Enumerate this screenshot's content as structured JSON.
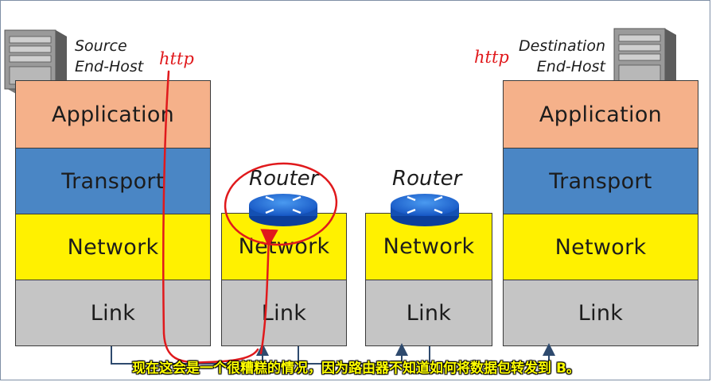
{
  "source_host": {
    "label_line1": "Source",
    "label_line2": "End-Host",
    "protocol": "http",
    "layers": [
      "Application",
      "Transport",
      "Network",
      "Link"
    ]
  },
  "router1": {
    "label": "Router",
    "layers": [
      "Network",
      "Link"
    ]
  },
  "router2": {
    "label": "Router",
    "layers": [
      "Network",
      "Link"
    ]
  },
  "destination_host": {
    "label_line1": "Destination",
    "label_line2": "End-Host",
    "protocol": "http",
    "layers": [
      "Application",
      "Transport",
      "Network",
      "Link"
    ]
  },
  "subtitle": "现在这会是一个很糟糕的情况，因为路由器不知道如何将数据包转发到 B。",
  "colors": {
    "application": "#f5b18a",
    "transport": "#4a86c5",
    "network": "#fff100",
    "link": "#c5c5c5",
    "annotation": "#e0191c",
    "subtitle": "#ffff00"
  }
}
